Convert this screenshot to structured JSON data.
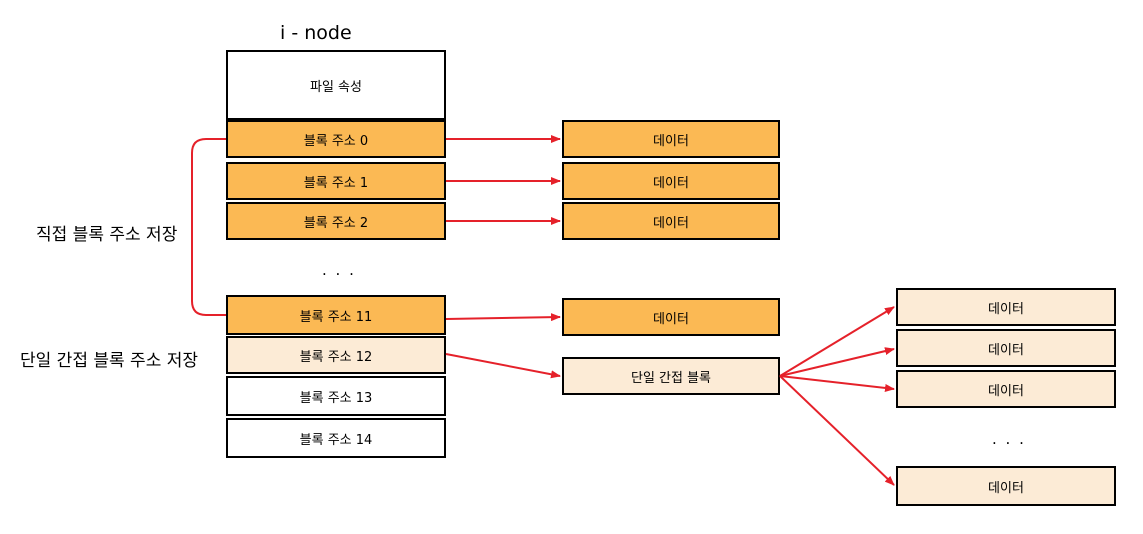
{
  "inode": {
    "title": "i - node",
    "attr": "파일 속성",
    "blocks": [
      "블록 주소 0",
      "블록 주소 1",
      "블록 주소 2",
      "블록 주소 11",
      "블록 주소 12",
      "블록 주소 13",
      "블록 주소 14"
    ],
    "ellipsis": ". . ."
  },
  "labels": {
    "direct": "직접 블록 주소 저장",
    "single_indirect": "단일 간접 블록 주소 저장"
  },
  "data_blocks": {
    "direct": [
      "데이터",
      "데이터",
      "데이터",
      "데이터"
    ],
    "indirect_block": "단일 간접 블록",
    "indirect_data": [
      "데이터",
      "데이터",
      "데이터",
      "데이터"
    ],
    "ellipsis": ". . ."
  },
  "colors": {
    "direct": "#fbb954",
    "indirect": "#fcebd6",
    "arrow": "#e5212a"
  }
}
